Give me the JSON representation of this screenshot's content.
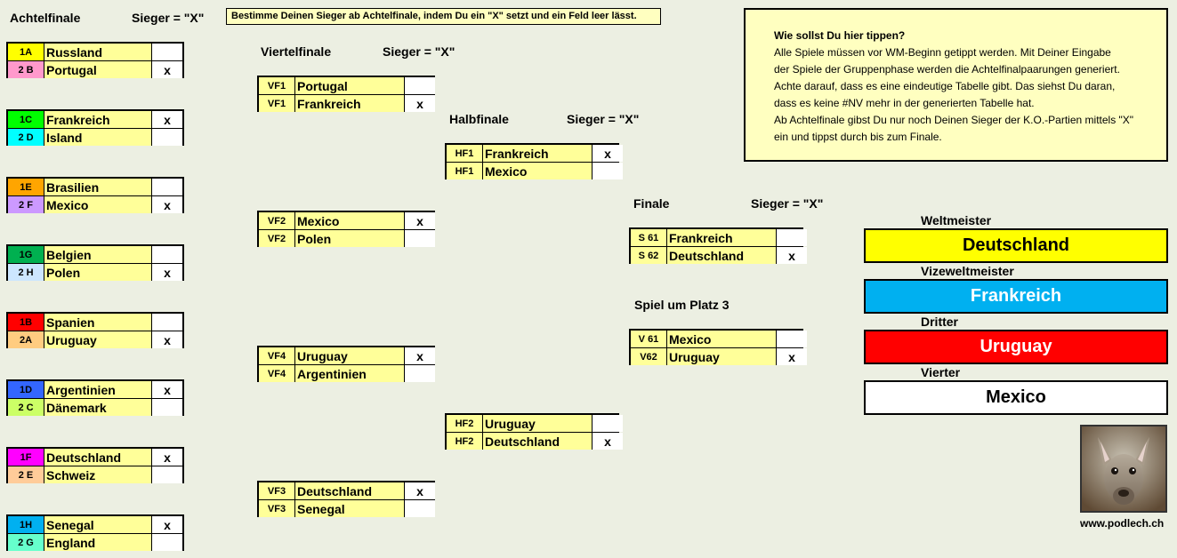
{
  "headers": {
    "r16": "Achtelfinale",
    "r16_winner": "Sieger = \"X\"",
    "qf": "Viertelfinale",
    "qf_winner": "Sieger = \"X\"",
    "sf": "Halbfinale",
    "sf_winner": "Sieger = \"X\"",
    "final": "Finale",
    "final_winner": "Sieger = \"X\"",
    "third": "Spiel um Platz 3"
  },
  "instruction": "Bestimme Deinen Sieger ab Achtelfinale, indem Du ein \"X\" setzt und ein Feld leer lässt.",
  "info": {
    "title": "Wie sollst Du hier tippen?",
    "lines": [
      "Alle Spiele müssen vor WM-Beginn getippt werden. Mit Deiner Eingabe",
      "der Spiele der Gruppenphase werden die Achtelfinalpaarungen generiert.",
      "Achte darauf, dass es eine eindeutige Tabelle gibt. Das siehst Du daran,",
      "dass es keine #NV mehr in der generierten Tabelle hat.",
      "Ab Achtelfinale gibst Du nur noch Deinen Sieger der K.O.-Partien mittels \"X\"",
      "ein und tippst durch bis zum Finale."
    ]
  },
  "r16": [
    {
      "a": {
        "code": "1A",
        "color": "#ffff00",
        "team": "Russland",
        "pick": ""
      },
      "b": {
        "code": "2 B",
        "color": "#ff99cc",
        "team": "Portugal",
        "pick": "x"
      }
    },
    {
      "a": {
        "code": "1C",
        "color": "#00ff00",
        "team": "Frankreich",
        "pick": "x"
      },
      "b": {
        "code": "2 D",
        "color": "#00ffff",
        "team": "Island",
        "pick": ""
      }
    },
    {
      "a": {
        "code": "1E",
        "color": "#ffa500",
        "team": "Brasilien",
        "pick": ""
      },
      "b": {
        "code": "2 F",
        "color": "#cc99ff",
        "team": "Mexico",
        "pick": "x"
      }
    },
    {
      "a": {
        "code": "1G",
        "color": "#00b050",
        "team": "Belgien",
        "pick": ""
      },
      "b": {
        "code": "2 H",
        "color": "#cce6ff",
        "team": "Polen",
        "pick": "x"
      }
    },
    {
      "a": {
        "code": "1B",
        "color": "#ff0000",
        "team": "Spanien",
        "pick": ""
      },
      "b": {
        "code": "2A",
        "color": "#ffcc80",
        "team": "Uruguay",
        "pick": "x"
      }
    },
    {
      "a": {
        "code": "1D",
        "color": "#3366ff",
        "team": "Argentinien",
        "pick": "x"
      },
      "b": {
        "code": "2 C",
        "color": "#ccff66",
        "team": "Dänemark",
        "pick": ""
      }
    },
    {
      "a": {
        "code": "1F",
        "color": "#ff00ff",
        "team": "Deutschland",
        "pick": "x"
      },
      "b": {
        "code": "2 E",
        "color": "#ffcc99",
        "team": "Schweiz",
        "pick": ""
      }
    },
    {
      "a": {
        "code": "1H",
        "color": "#00b0f0",
        "team": "Senegal",
        "pick": "x"
      },
      "b": {
        "code": "2 G",
        "color": "#66ffcc",
        "team": "England",
        "pick": ""
      }
    }
  ],
  "qf": [
    {
      "a": {
        "code": "VF1",
        "team": "Portugal",
        "pick": ""
      },
      "b": {
        "code": "VF1",
        "team": "Frankreich",
        "pick": "x"
      }
    },
    {
      "a": {
        "code": "VF2",
        "team": "Mexico",
        "pick": "x"
      },
      "b": {
        "code": "VF2",
        "team": "Polen",
        "pick": ""
      }
    },
    {
      "a": {
        "code": "VF4",
        "team": "Uruguay",
        "pick": "x"
      },
      "b": {
        "code": "VF4",
        "team": "Argentinien",
        "pick": ""
      }
    },
    {
      "a": {
        "code": "VF3",
        "team": "Deutschland",
        "pick": "x"
      },
      "b": {
        "code": "VF3",
        "team": "Senegal",
        "pick": ""
      }
    }
  ],
  "sf": [
    {
      "a": {
        "code": "HF1",
        "team": "Frankreich",
        "pick": "x"
      },
      "b": {
        "code": "HF1",
        "team": "Mexico",
        "pick": ""
      }
    },
    {
      "a": {
        "code": "HF2",
        "team": "Uruguay",
        "pick": ""
      },
      "b": {
        "code": "HF2",
        "team": "Deutschland",
        "pick": "x"
      }
    }
  ],
  "final": {
    "a": {
      "code": "S 61",
      "team": "Frankreich",
      "pick": ""
    },
    "b": {
      "code": "S 62",
      "team": "Deutschland",
      "pick": "x"
    }
  },
  "third": {
    "a": {
      "code": "V 61",
      "team": "Mexico",
      "pick": ""
    },
    "b": {
      "code": "V62",
      "team": "Uruguay",
      "pick": "x"
    }
  },
  "ranking": {
    "first_label": "Weltmeister",
    "first": "Deutschland",
    "first_color": "#ffff00",
    "second_label": "Vizeweltmeister",
    "second": "Frankreich",
    "second_color": "#00b0f0",
    "third_label": "Dritter",
    "third": "Uruguay",
    "third_color": "#ff0000",
    "fourth_label": "Vierter",
    "fourth": "Mexico",
    "fourth_color": "#ffffff"
  },
  "photo_icon": "kangaroo-photo",
  "website": "www.podlech.ch"
}
